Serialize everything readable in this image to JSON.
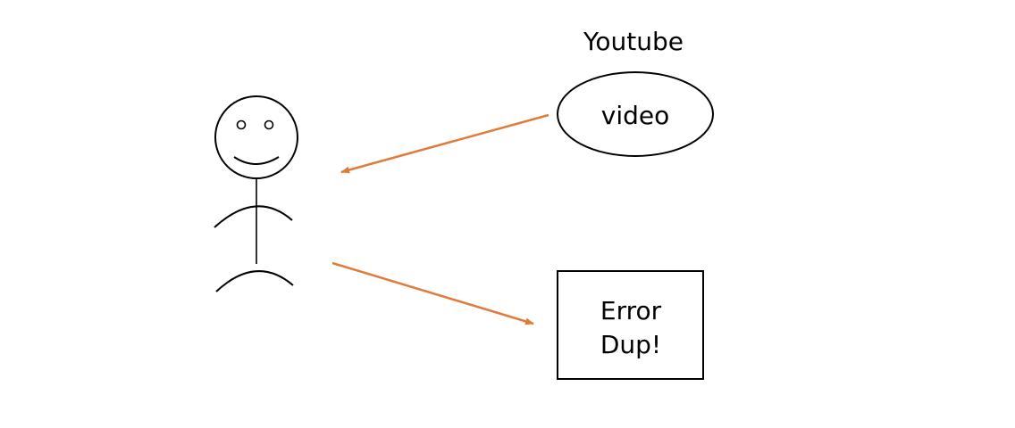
{
  "diagram": {
    "platform_label": "Youtube",
    "video_node_label": "video",
    "error_line1": "Error",
    "error_line2": "Dup!",
    "actor": "stick-figure"
  },
  "colors": {
    "arrow": "#E07B39",
    "stroke": "#000000",
    "background": "#FFFFFF"
  }
}
